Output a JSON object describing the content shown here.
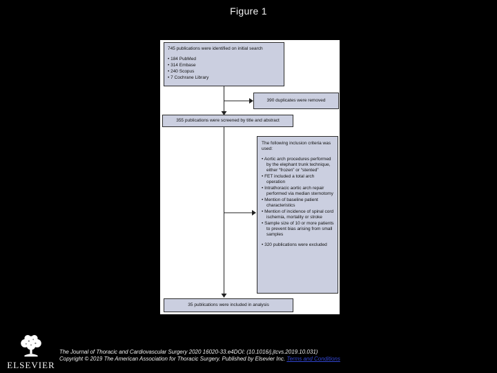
{
  "page": {
    "title": "Figure 1"
  },
  "colors": {
    "page_bg": "#000000",
    "panel_bg": "#ffffff",
    "box_fill": "#cbcfe0",
    "box_border": "#2b2b2b",
    "link_blue": "#3246d2"
  },
  "flowchart": {
    "initial_search": {
      "heading": "745 publications were identified on initial search",
      "items": [
        "• 184 PubMed",
        "• 314 Embase",
        "• 240 Scopus",
        "• 7 Cochrane Library"
      ]
    },
    "duplicates_removed": "390 duplicates were removed",
    "screened": "355 publications were screened by title and abstract",
    "criteria": {
      "heading": "The following inclusion criteria was used:",
      "items": [
        "• Aortic arch procedures performed by the elephant trunk technique, either “frozen” or “stented”",
        "• FET included a total arch operation",
        "• Intrathoracic aortic arch repair performed via median sternotomy",
        "• Mention of baseline patient characteristics",
        "• Mention of incidence of spinal cord ischemia, mortality or stroke",
        "• Sample size of 10 or more patients to prevent bias arising from small samples"
      ],
      "excluded_items": [
        "• 320 publications were excluded"
      ]
    },
    "included": "35 publications were included in analysis"
  },
  "footer": {
    "logo_text": "ELSEVIER",
    "citation_line1": "The Journal of Thoracic and Cardiovascular Surgery 2020 16020-33.e4DOI: (10.1016/j.jtcvs.2019.10.031)",
    "copyright_text": "Copyright © 2019 The American Association for Thoracic Surgery. Published by Elsevier Inc. ",
    "terms_label": "Terms and Conditions"
  }
}
